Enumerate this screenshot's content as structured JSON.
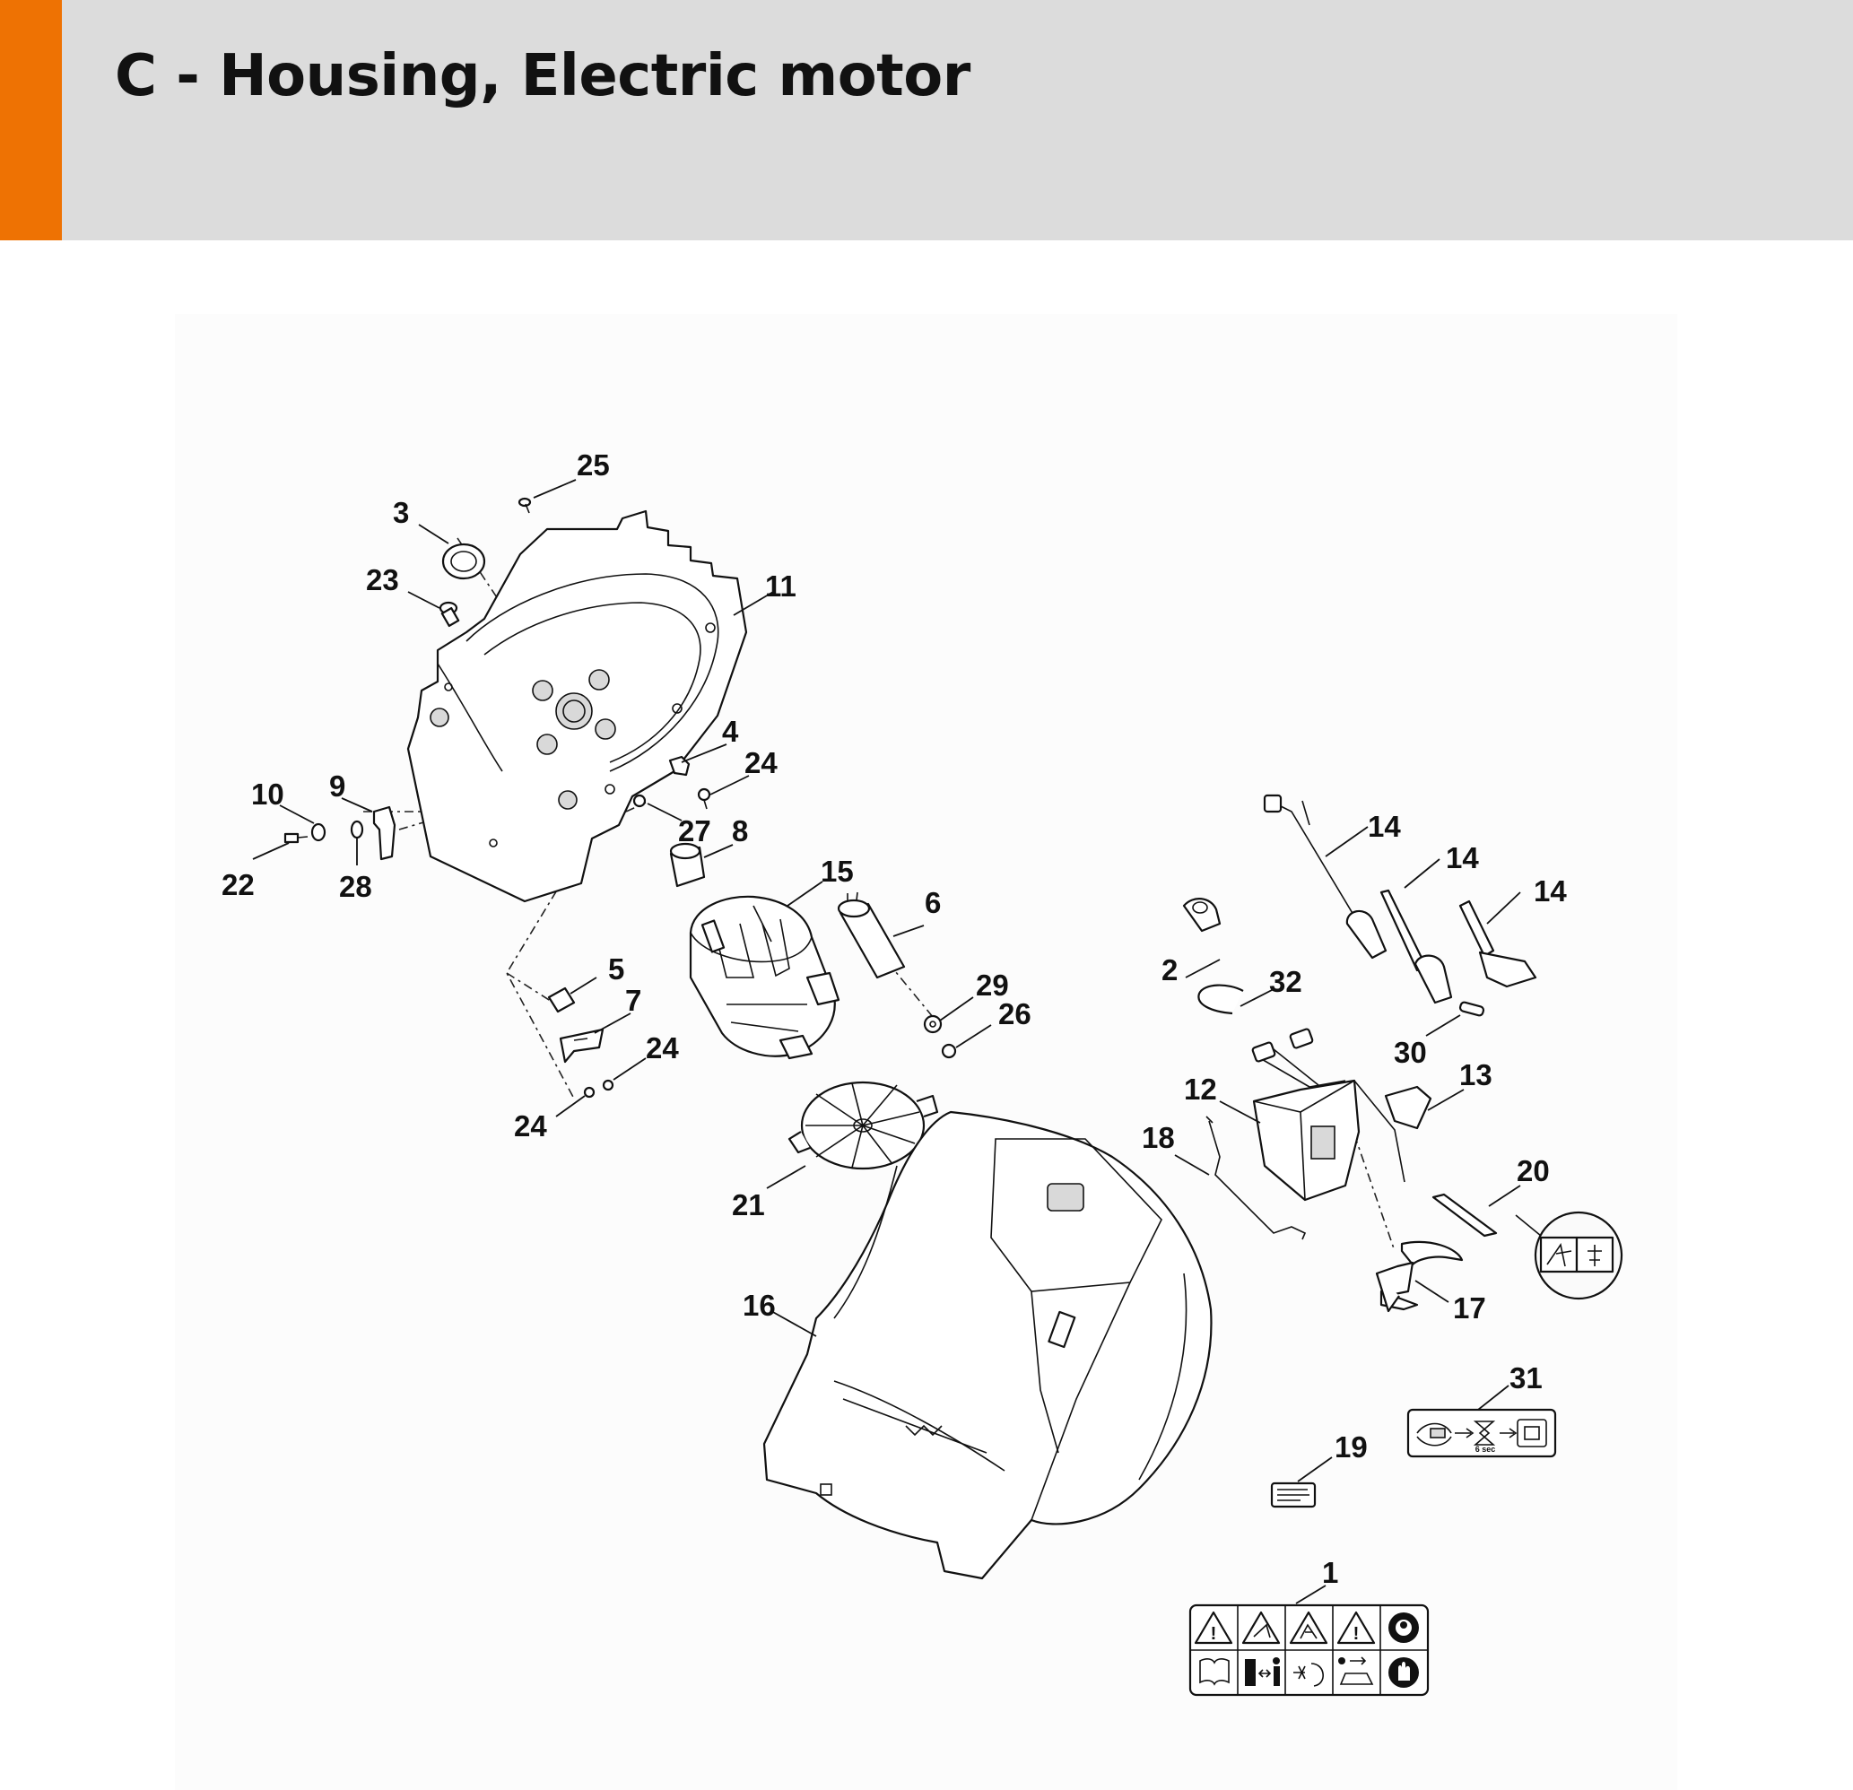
{
  "header": {
    "title": "C - Housing, Electric motor",
    "accent_color": "#ee7203",
    "background_color": "#dcdcdc"
  },
  "callouts": [
    {
      "id": "c25",
      "label": "25"
    },
    {
      "id": "c3",
      "label": "3"
    },
    {
      "id": "c23",
      "label": "23"
    },
    {
      "id": "c11",
      "label": "11"
    },
    {
      "id": "c4",
      "label": "4"
    },
    {
      "id": "c24a",
      "label": "24"
    },
    {
      "id": "c10",
      "label": "10"
    },
    {
      "id": "c9",
      "label": "9"
    },
    {
      "id": "c27",
      "label": "27"
    },
    {
      "id": "c8",
      "label": "8"
    },
    {
      "id": "c22",
      "label": "22"
    },
    {
      "id": "c28",
      "label": "28"
    },
    {
      "id": "c15",
      "label": "15"
    },
    {
      "id": "c6",
      "label": "6"
    },
    {
      "id": "c5",
      "label": "5"
    },
    {
      "id": "c7",
      "label": "7"
    },
    {
      "id": "c29",
      "label": "29"
    },
    {
      "id": "c26",
      "label": "26"
    },
    {
      "id": "c24b",
      "label": "24"
    },
    {
      "id": "c24c",
      "label": "24"
    },
    {
      "id": "c21",
      "label": "21"
    },
    {
      "id": "c16",
      "label": "16"
    },
    {
      "id": "c14a",
      "label": "14"
    },
    {
      "id": "c14b",
      "label": "14"
    },
    {
      "id": "c14c",
      "label": "14"
    },
    {
      "id": "c2",
      "label": "2"
    },
    {
      "id": "c32",
      "label": "32"
    },
    {
      "id": "c30",
      "label": "30"
    },
    {
      "id": "c13",
      "label": "13"
    },
    {
      "id": "c12",
      "label": "12"
    },
    {
      "id": "c18",
      "label": "18"
    },
    {
      "id": "c20",
      "label": "20"
    },
    {
      "id": "c17",
      "label": "17"
    },
    {
      "id": "c31",
      "label": "31"
    },
    {
      "id": "c19",
      "label": "19"
    },
    {
      "id": "c1",
      "label": "1"
    }
  ],
  "labels": {
    "timer_label": "6 sec"
  }
}
